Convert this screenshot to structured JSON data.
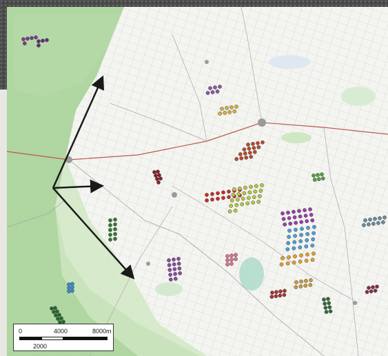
{
  "map": {
    "type": "topographic-overlay",
    "colors": {
      "forest_green": "#a9d39b",
      "light_green": "#cfe7c3",
      "paper": "#f4f4f1",
      "satellite": "#4a4a4a",
      "roads": "#b85a4a",
      "arrows": "#1a1a1a"
    },
    "turbine_clusters": [
      {
        "color": "#7a3e8e",
        "count": 5
      },
      {
        "color": "#5f2e80",
        "count": 4
      },
      {
        "color": "#8a55a8",
        "count": 6
      },
      {
        "color": "#d7b03a",
        "count": 8
      },
      {
        "color": "#b84a2a",
        "count": 16
      },
      {
        "color": "#8a1f2a",
        "count": 7
      },
      {
        "color": "#55a040",
        "count": 6
      },
      {
        "color": "#cc2a2a",
        "count": 14
      },
      {
        "color": "#b8c83a",
        "count": 26
      },
      {
        "color": "#9a3ab0",
        "count": 18
      },
      {
        "color": "#4aa0d8",
        "count": 20
      },
      {
        "color": "#e8a020",
        "count": 12
      },
      {
        "color": "#2f7a2f",
        "count": 10
      },
      {
        "color": "#e07090",
        "count": 8
      },
      {
        "color": "#8a4aa0",
        "count": 14
      },
      {
        "color": "#aa3030",
        "count": 8
      },
      {
        "color": "#c89a3a",
        "count": 8
      },
      {
        "color": "#2f6a3a",
        "count": 8
      },
      {
        "color": "#1e6a2e",
        "count": 10
      },
      {
        "color": "#3a8ad0",
        "count": 6
      },
      {
        "color": "#6a8aa0",
        "count": 10
      },
      {
        "color": "#8a2a4a",
        "count": 6
      }
    ]
  },
  "scale": {
    "label_0": "0",
    "label_mid": "4000",
    "label_end": "8000m",
    "label_sub": "2000"
  }
}
